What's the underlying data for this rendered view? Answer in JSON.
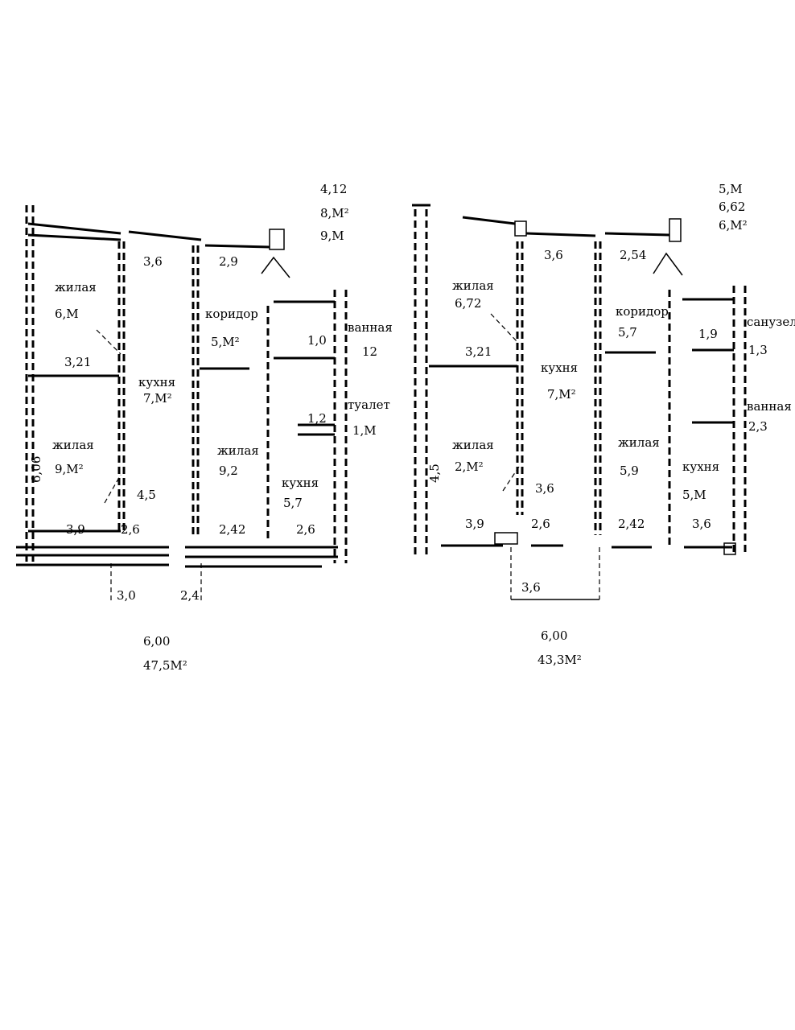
{
  "plan_left": {
    "corner_labels": [
      "4,12",
      "8,М²",
      "9,М"
    ],
    "rooms": [
      {
        "name": "жилая",
        "area": "6,М"
      },
      {
        "name": "кухня",
        "area": "7,М²"
      },
      {
        "name": "коридор",
        "area": "5,М²"
      },
      {
        "name": "ванная",
        "area": "12"
      },
      {
        "name": "туалет",
        "area": "1,М"
      },
      {
        "name": "жилая",
        "area": "9,М²"
      },
      {
        "name": "жилая",
        "area": "9,2"
      },
      {
        "name": "кухня",
        "area": "5,7"
      }
    ],
    "dimensions": [
      "3,6",
      "2,9",
      "3,21",
      "4,5",
      "3,9",
      "2,6",
      "2,42",
      "2,6",
      "3,0",
      "2,4",
      "1,0",
      "1,2",
      "6,06"
    ],
    "caption": [
      "6,00",
      "47,5М²"
    ]
  },
  "plan_right": {
    "corner_labels": [
      "5,М",
      "6,62",
      "6,М²"
    ],
    "rooms": [
      {
        "name": "жилая",
        "area": "6,72"
      },
      {
        "name": "кухня",
        "area": "7,М²"
      },
      {
        "name": "коридор",
        "area": "5,7"
      },
      {
        "name": "санузел",
        "area": "1,3"
      },
      {
        "name": "ванная",
        "area": "2,3"
      },
      {
        "name": "жилая",
        "area": "2,М²"
      },
      {
        "name": "жилая",
        "area": "5,9"
      },
      {
        "name": "кухня",
        "area": "5,М"
      }
    ],
    "dimensions": [
      "3,6",
      "2,54",
      "3,21",
      "3,9",
      "3,6",
      "2,42",
      "3,6",
      "2,6",
      "3,6",
      "1,9",
      "4,5"
    ],
    "caption": [
      "6,00",
      "43,3М²"
    ]
  }
}
